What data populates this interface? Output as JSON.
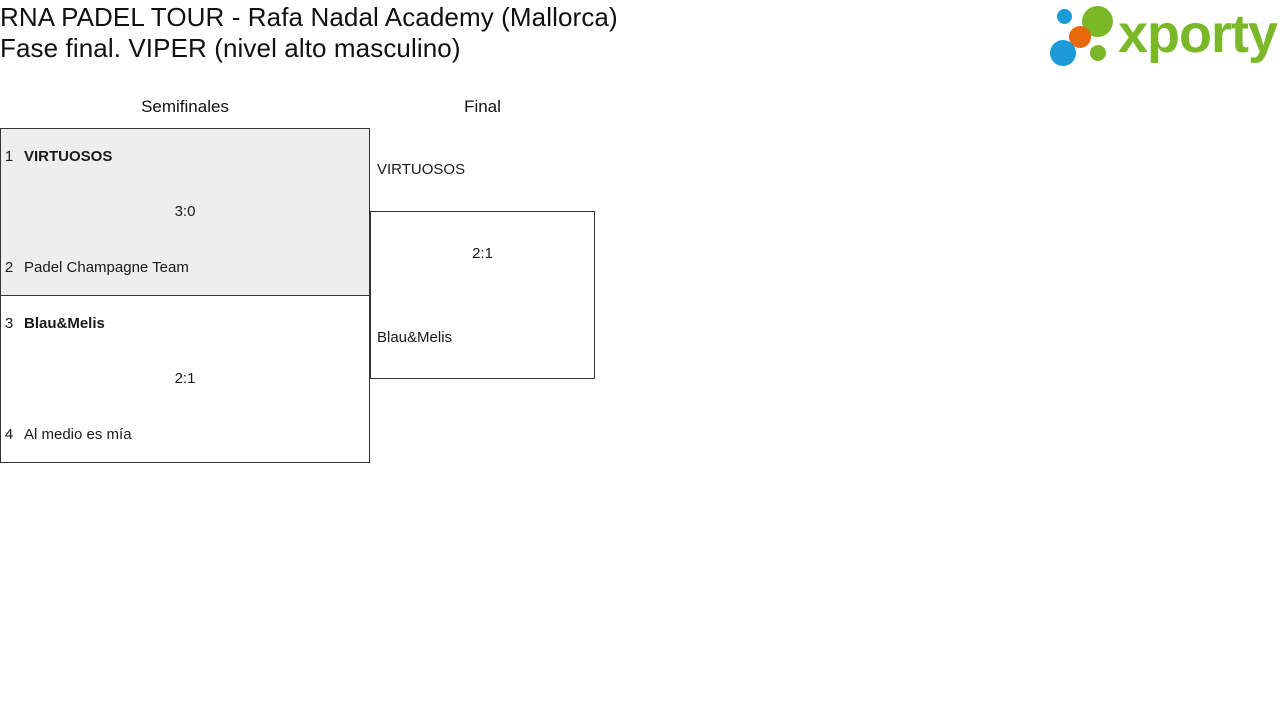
{
  "header": {
    "title_line1": "RNA PADEL TOUR - Rafa Nadal Academy (Mallorca)",
    "title_line2": "Fase final. VIPER (nivel alto masculino)",
    "logo_text": "xporty"
  },
  "bracket": {
    "rounds": [
      {
        "name": "semifinals",
        "label": "Semifinales"
      },
      {
        "name": "final",
        "label": "Final"
      }
    ],
    "semifinals": [
      {
        "top": {
          "seed": "1",
          "team": "VIRTUOSOS",
          "winner": true
        },
        "bottom": {
          "seed": "2",
          "team": "Padel Champagne Team",
          "winner": false
        },
        "score": "3:0"
      },
      {
        "top": {
          "seed": "3",
          "team": "Blau&Melis",
          "winner": true
        },
        "bottom": {
          "seed": "4",
          "team": "Al medio es mía",
          "winner": false
        },
        "score": "2:1"
      }
    ],
    "final": {
      "top": {
        "team": "VIRTUOSOS",
        "winner": false
      },
      "bottom": {
        "team": "Blau&Melis",
        "winner": false
      },
      "score": "2:1"
    }
  },
  "colors": {
    "logo_green": "#7ab829",
    "logo_blue": "#1b9bd8",
    "logo_orange": "#e8690b",
    "highlight_row": "#eeeeee",
    "border": "#333333"
  }
}
